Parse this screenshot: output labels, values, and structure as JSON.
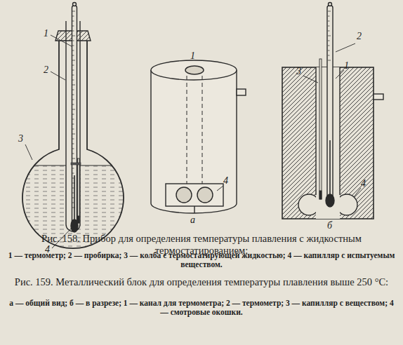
{
  "diagram": {
    "labels": [
      "1",
      "2",
      "3",
      "4",
      "1",
      "4",
      "а",
      "2",
      "3",
      "1",
      "4",
      "б",
      "Рис. 158. Прибор для определения температуры плавления с жидкостным термостатированием:",
      "1 — термометр; 2 — пробирка; 3 — колба с термостатирующей жидкостью; 4 — капилляр с испытуемым веществом.",
      "Рис. 159. Металлический блок для определения температуры плавления выше 250 °C:",
      "а — общий вид; б — в разрезе; 1 — канал для термометра; 2 — термометр; 3 — капилляр с веществом; 4 — смотровые окошки."
    ]
  }
}
